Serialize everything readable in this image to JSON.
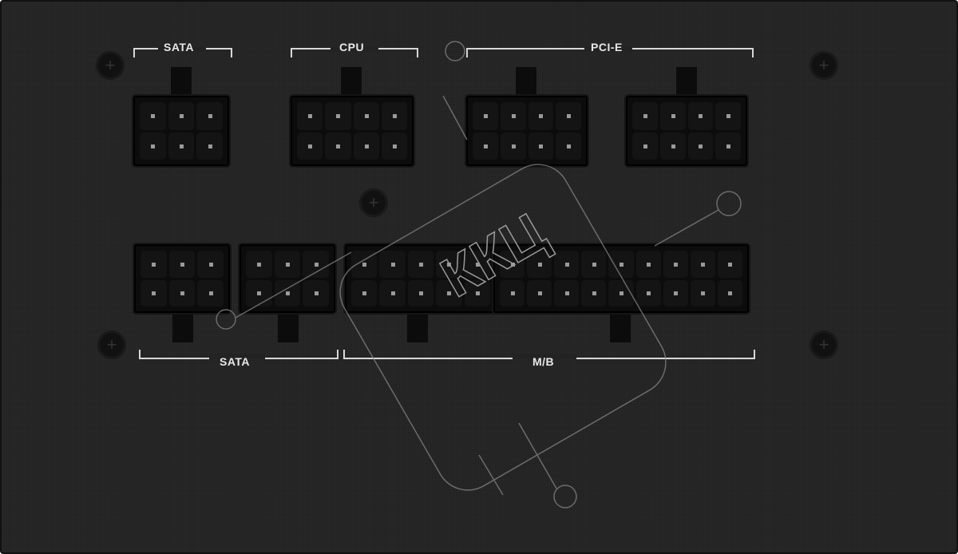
{
  "labels": {
    "sata_top": "SATA",
    "cpu": "CPU",
    "pcie": "PCI-E",
    "sata_bottom": "SATA",
    "mb": "M/B"
  },
  "watermark": "ККЦ",
  "colors": {
    "panel": "#232323",
    "connector": "#0c0c0c",
    "label": "#e8e8e8"
  }
}
